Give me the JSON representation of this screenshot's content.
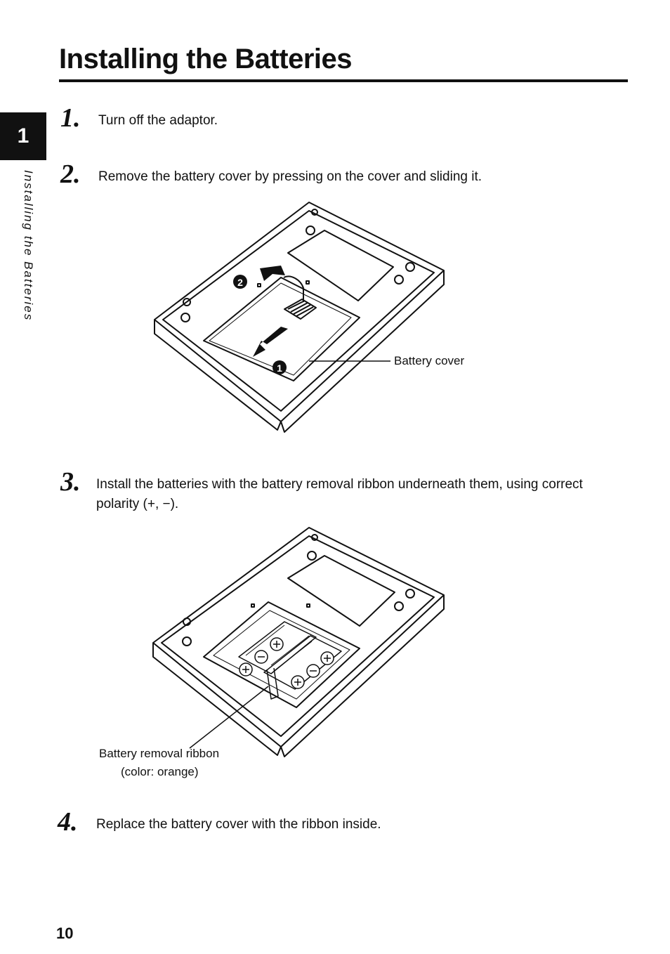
{
  "page": {
    "title": "Installing the Batteries",
    "chapter_number": "1",
    "side_label": "Installing the Batteries",
    "page_number": "10"
  },
  "steps": [
    {
      "number": "1.",
      "text": "Turn off the adaptor."
    },
    {
      "number": "2.",
      "text": "Remove the battery cover by pressing on the cover and sliding it."
    },
    {
      "number": "3.",
      "text": "Install the batteries with the battery removal ribbon underneath them, using correct polarity (+, −)."
    },
    {
      "number": "4.",
      "text": "Replace the battery cover with the ribbon inside."
    }
  ],
  "figure1": {
    "callout_1": "1",
    "callout_2": "2",
    "label": "Battery cover"
  },
  "figure2": {
    "label_line1": "Battery removal ribbon",
    "label_line2": "(color: orange)"
  }
}
